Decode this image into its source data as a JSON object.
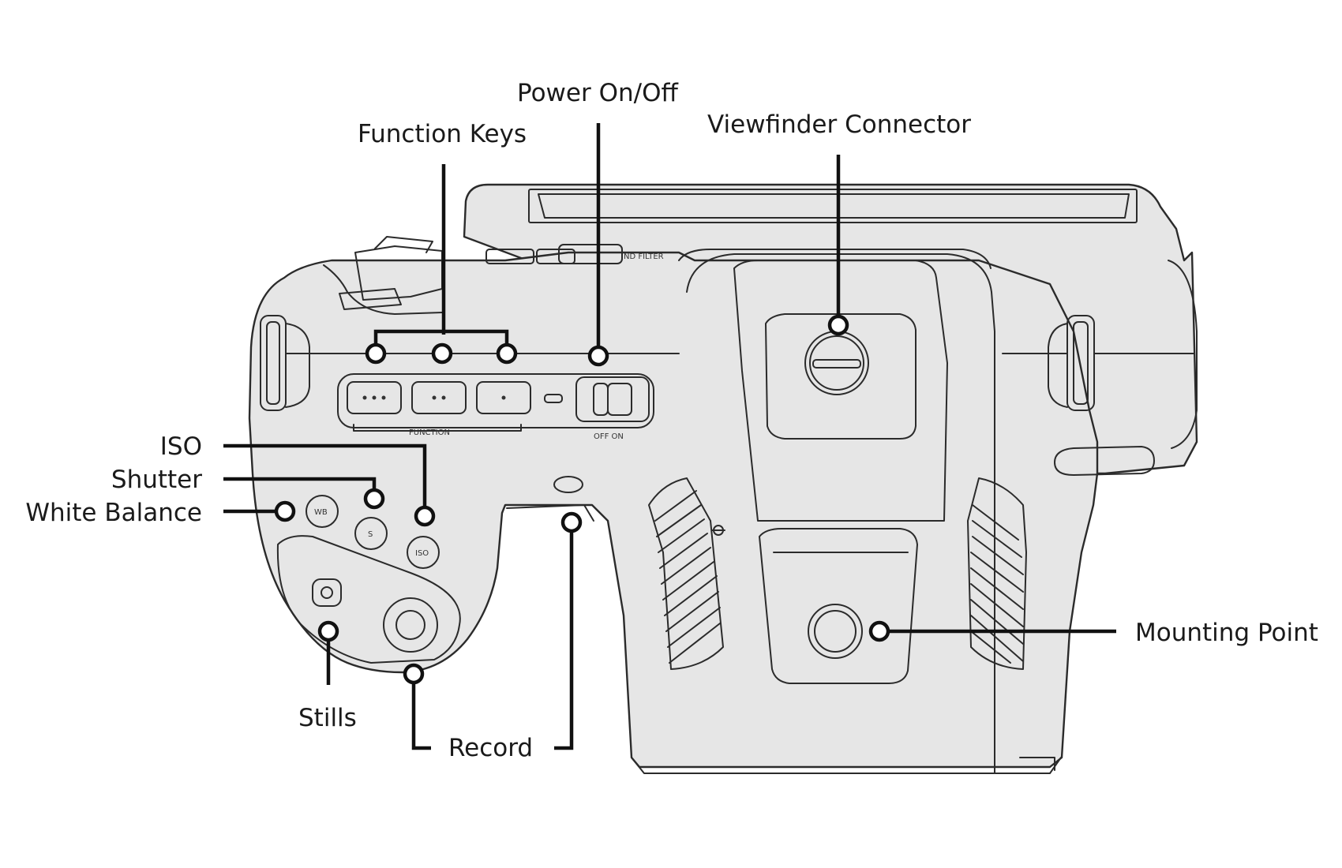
{
  "callouts": {
    "power": "Power On/Off",
    "function_keys": "Function Keys",
    "viewfinder": "Viewfinder Connector",
    "iso": "ISO",
    "shutter": "Shutter",
    "white_balance": "White Balance",
    "stills": "Stills",
    "record": "Record",
    "mounting": "Mounting Point"
  },
  "engravings": {
    "function": "FUNCTION",
    "off_on": "OFF  ON",
    "wb_button": "WB",
    "s_button": "S",
    "iso_button": "ISO",
    "nd_filter": "ND FILTER"
  }
}
